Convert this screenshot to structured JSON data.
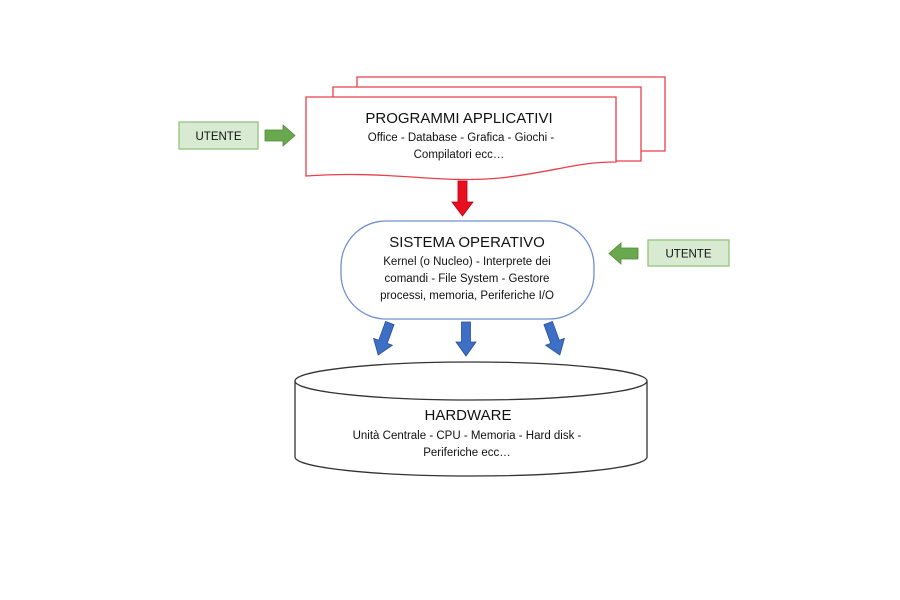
{
  "applications": {
    "title": "PROGRAMMI APPLICATIVI",
    "line1": "Office - Database - Grafica - Giochi -",
    "line2": "Compilatori ecc…",
    "border_color": "#e8404a"
  },
  "operating_system": {
    "title": "SISTEMA OPERATIVO",
    "line1": "Kernel (o Nucleo) - Interprete dei",
    "line2": "comandi - File System - Gestore",
    "line3": "processi, memoria, Periferiche I/O",
    "border_color": "#6f8fcf"
  },
  "hardware": {
    "title": "HARDWARE",
    "line1": "Unità Centrale - CPU - Memoria - Hard disk -",
    "line2": "Periferiche ecc…",
    "border_color": "#333333"
  },
  "users": [
    {
      "label": "UTENTE"
    },
    {
      "label": "UTENTE"
    }
  ],
  "colors": {
    "user_box_fill": "#d9ead3",
    "user_box_border": "#93c47d",
    "user_arrow": "#6aa84f",
    "red_arrow": "#e8101e",
    "blue_arrow": "#3d6fc6"
  },
  "icons": {
    "apps_to_os_arrow": "red-down-arrow-icon",
    "os_to_hw_arrows": "blue-down-arrow-icon",
    "user_arrows": "green-right-arrow-icon / green-left-arrow-icon"
  }
}
